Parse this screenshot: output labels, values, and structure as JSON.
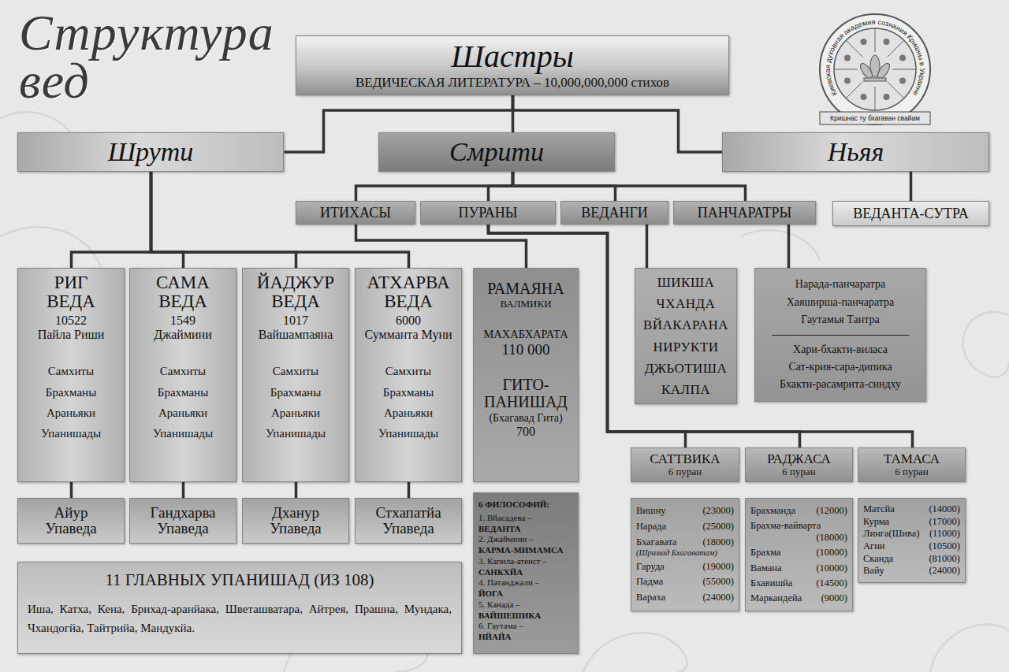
{
  "diagram": {
    "title": "Структура вед",
    "nodes": [
      {
        "text": [
          "Шастры",
          "ВЕДИЧЕСКАЯ ЛИТЕРАТУРА – 10,000,000,000 стихов"
        ]
      },
      {
        "text": [
          "Шрути"
        ]
      },
      {
        "text": [
          "Смрити"
        ]
      },
      {
        "text": [
          "Ньяя"
        ]
      },
      {
        "text": [
          "ИТИХАСЫ"
        ]
      },
      {
        "text": [
          "ПУРАНЫ"
        ]
      },
      {
        "text": [
          "ВЕДАНГИ"
        ]
      },
      {
        "text": [
          "ПАНЧАРАТРЫ"
        ]
      },
      {
        "text": [
          "ВЕДАНТА-СУТРА"
        ]
      },
      {
        "text": [
          "РИГ ВЕДА",
          "10522",
          "Пайла Риши",
          "Самхиты",
          "Брахманы",
          "Араньяки",
          "Упанишады"
        ]
      },
      {
        "text": [
          "САМА ВЕДА",
          "1549",
          "Джаймини",
          "Самхиты",
          "Брахманы",
          "Араньяки",
          "Упанишады"
        ]
      },
      {
        "text": [
          "ЙАДЖУР ВЕДА",
          "1017",
          "Вайшампаяна",
          "Самхиты",
          "Брахманы",
          "Араньяки",
          "Упанишады"
        ]
      },
      {
        "text": [
          "АТХАРВА ВЕДА",
          "6000",
          "Сумманта Муни",
          "Самхиты",
          "Брахманы",
          "Араньяки",
          "Упанишады"
        ]
      },
      {
        "text": [
          "Айур Упаведа"
        ]
      },
      {
        "text": [
          "Гандхарва Упаведа"
        ]
      },
      {
        "text": [
          "Дханур Упаведа"
        ]
      },
      {
        "text": [
          "Стхапатйа Упаведа"
        ]
      },
      {
        "text": [
          "11 ГЛАВНЫХ УПАНИШАД (ИЗ 108)",
          "Иша, Катха, Кена, Брихад-аранйака, Шветашватара, Айтрея, Прашна, Мундака, Чхандогйа, Тайтрийа, Мандукйа."
        ]
      },
      {
        "text": [
          "РАМАЯНА",
          "ВАЛМИКИ",
          "МАХАБХАРАТА",
          "110 000",
          "ГИТО-ПАНИШАД",
          "(Бхагавад Гита)",
          "700"
        ]
      },
      {
        "text": [
          "6 ФИЛОСОФИЙ:",
          "1. Вйасадева –",
          "ВЕДАНТА",
          "2. Джаймини –",
          "КАРМА-МИМАМСА",
          "3. Капила-атеист –",
          "САНКХЙА",
          "4. Патанджали –",
          "ЙОГА",
          "5. Канада –",
          "ВАЙШЕШИКА",
          "6. Гаутама –",
          "НЙАЙА"
        ]
      },
      {
        "text": [
          "ШИКША",
          "ЧХАНДА",
          "ВЙАКАРАНА",
          "НИРУКТИ",
          "ДЖЬОТИША",
          "КАЛПА"
        ]
      },
      {
        "text": [
          "Нарада-панчаратра",
          "Хаяширша-панчаратра",
          "Гаутамья Тантра",
          "Хари-бхакти-виласа",
          "Сат-крия-сара-дипика",
          "Бхакти-расамрита-синдху"
        ]
      },
      {
        "text": [
          "САТТВИКА",
          "6 пуран"
        ]
      },
      {
        "text": [
          "РАДЖАСА",
          "6 пуран"
        ]
      },
      {
        "text": [
          "ТАМАСА",
          "6 пуран"
        ]
      },
      {
        "text": [
          "Вишну",
          "(23000)",
          "Нарада",
          "(25000)",
          "Бхагавата",
          "(18000)",
          "(Шримад Бхагаватам)",
          "Гаруда",
          "(19000)",
          "Падма",
          "(55000)",
          "Вараха",
          "(24000)"
        ]
      },
      {
        "text": [
          "Брахманда",
          "(12000)",
          "Брахма-вайварта",
          "(18000)",
          "Брахма",
          "(10000)",
          "Вамана",
          "(10000)",
          "Бхавишйа",
          "(14500)",
          "Маркандейа",
          "(9000)"
        ]
      },
      {
        "text": [
          "Матсйа",
          "(14000)",
          "Курма",
          "(17000)",
          "Линга(Шива)",
          "(11000)",
          "Агни",
          "(10500)",
          "Сканда",
          "(81000)",
          "Вайу",
          "(24000)"
        ]
      }
    ],
    "edges": [
      {
        "from": 0,
        "to": 1,
        "arrow": "none"
      },
      {
        "from": 0,
        "to": 2,
        "arrow": "none"
      },
      {
        "from": 0,
        "to": 3,
        "arrow": "none"
      },
      {
        "from": 1,
        "to": 9,
        "arrow": "none"
      },
      {
        "from": 1,
        "to": 10,
        "arrow": "none"
      },
      {
        "from": 1,
        "to": 11,
        "arrow": "none"
      },
      {
        "from": 1,
        "to": 12,
        "arrow": "none"
      },
      {
        "from": 2,
        "to": 4,
        "arrow": "none"
      },
      {
        "from": 2,
        "to": 5,
        "arrow": "none"
      },
      {
        "from": 2,
        "to": 6,
        "arrow": "none"
      },
      {
        "from": 2,
        "to": 7,
        "arrow": "none"
      },
      {
        "from": 3,
        "to": 8,
        "arrow": "none"
      },
      {
        "from": 4,
        "to": 18,
        "arrow": "none"
      },
      {
        "from": 5,
        "to": 22,
        "arrow": "none"
      },
      {
        "from": 5,
        "to": 23,
        "arrow": "none"
      },
      {
        "from": 5,
        "to": 24,
        "arrow": "none"
      },
      {
        "from": 6,
        "to": 20,
        "arrow": "none"
      },
      {
        "from": 7,
        "to": 21,
        "arrow": "none"
      },
      {
        "from": 9,
        "to": 13,
        "arrow": "none"
      },
      {
        "from": 10,
        "to": 14,
        "arrow": "none"
      },
      {
        "from": 11,
        "to": 15,
        "arrow": "none"
      },
      {
        "from": 12,
        "to": 16,
        "arrow": "none"
      }
    ],
    "labels": [
      "Киевская духовная академия сознания Кришны в Украине",
      "Кришнас ту бхагаван свайам"
    ]
  }
}
